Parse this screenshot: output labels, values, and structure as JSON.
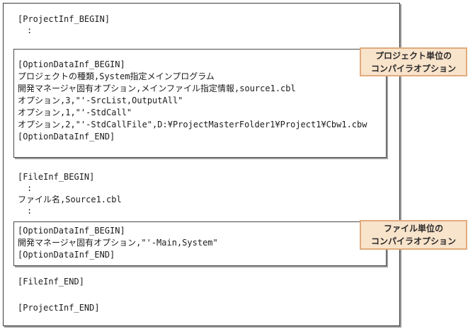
{
  "figure": {
    "listing": {
      "project_begin": "[ProjectInf_BEGIN]",
      "vdots": ":",
      "project_option_block": {
        "begin": "[OptionDataInf_BEGIN]",
        "rows": [
          "プロジェクトの種類,System指定メインプログラム",
          "開発マネージャ固有オプション,メインファイル指定情報,source1.cbl",
          "オプション,3,\"'-SrcList,OutputAll\"",
          "オプション,1,\"'-StdCall\"",
          "オプション,2,\"'-StdCallFile\",D:¥ProjectMasterFolder1¥Project1¥Cbw1.cbw"
        ],
        "end": "[OptionDataInf_END]"
      },
      "file_begin": "[FileInf_BEGIN]",
      "file_name_row": "ファイル名,Source1.cbl",
      "file_option_block": {
        "begin": "[OptionDataInf_BEGIN]",
        "rows": [
          "開発マネージャ固有オプション,\"'-Main,System\""
        ],
        "end": "[OptionDataInf_END]"
      },
      "file_end": "[FileInf_END]",
      "project_end": "[ProjectInf_END]"
    },
    "callouts": {
      "project": {
        "line1": "プロジェクト単位の",
        "line2": "コンパイラオプション"
      },
      "file": {
        "line1": "ファイル単位の",
        "line2": "コンパイラオプション"
      }
    },
    "colors": {
      "callout_bg": "#f8e3cb",
      "callout_border": "#e2ab7c",
      "outer_box_border": "#3a3a3a",
      "inner_box_border": "#4a4a4a",
      "box_shadow": "#9c9c9c",
      "text": "#1c1c1c"
    }
  }
}
